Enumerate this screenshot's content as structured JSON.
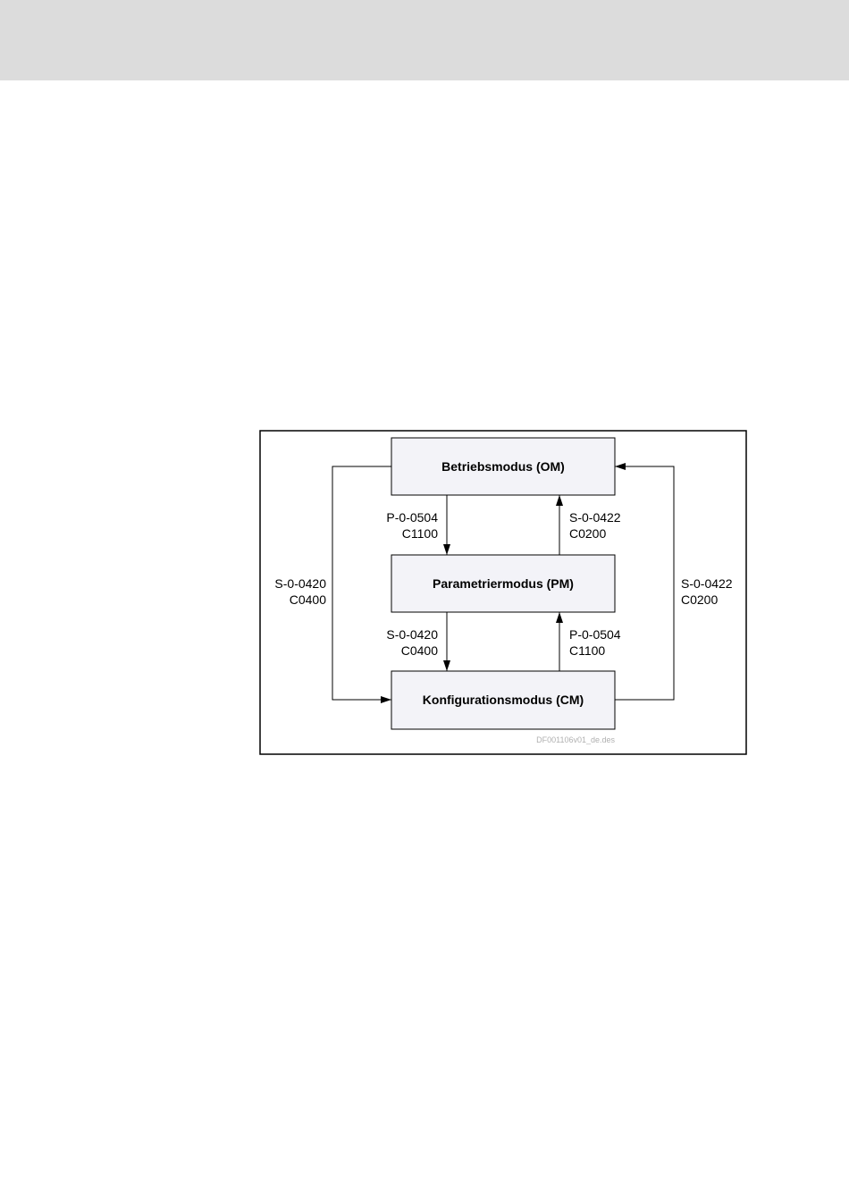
{
  "diagram": {
    "nodes": {
      "om": {
        "label": "Betriebsmodus (OM)"
      },
      "pm": {
        "label": "Parametriermodus (PM)"
      },
      "cm": {
        "label": "Konfigurationsmodus (CM)"
      }
    },
    "edges": {
      "om_to_pm": {
        "line1": "P-0-0504",
        "line2": "C1100"
      },
      "pm_to_om": {
        "line1": "S-0-0422",
        "line2": "C0200"
      },
      "pm_to_cm": {
        "line1": "S-0-0420",
        "line2": "C0400"
      },
      "cm_to_pm": {
        "line1": "P-0-0504",
        "line2": "C1100"
      },
      "om_to_cm": {
        "line1": "S-0-0420",
        "line2": "C0400"
      },
      "cm_to_om": {
        "line1": "S-0-0422",
        "line2": "C0200"
      }
    },
    "file_id": "DF001106v01_de.des"
  },
  "colors": {
    "header_band": "#dcdcdc",
    "box_fill": "#f3f3f8",
    "line": "#000000",
    "file_id": "#b0b0b0"
  }
}
